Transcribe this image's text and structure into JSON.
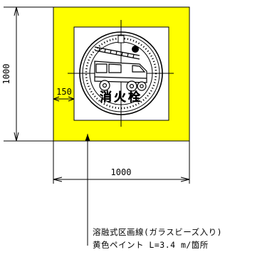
{
  "dimensions": {
    "height_label": "1000",
    "width_label": "1000",
    "margin_label": "150"
  },
  "note": {
    "line1": "溶融式区画線(ガラスビーズ入り)",
    "line2": "黄色ペイント L=3.4 m/箇所"
  },
  "manhole": {
    "label": "消火栓"
  },
  "colors": {
    "paint": "#ffff00",
    "line": "#000000",
    "background": "#ffffff"
  }
}
